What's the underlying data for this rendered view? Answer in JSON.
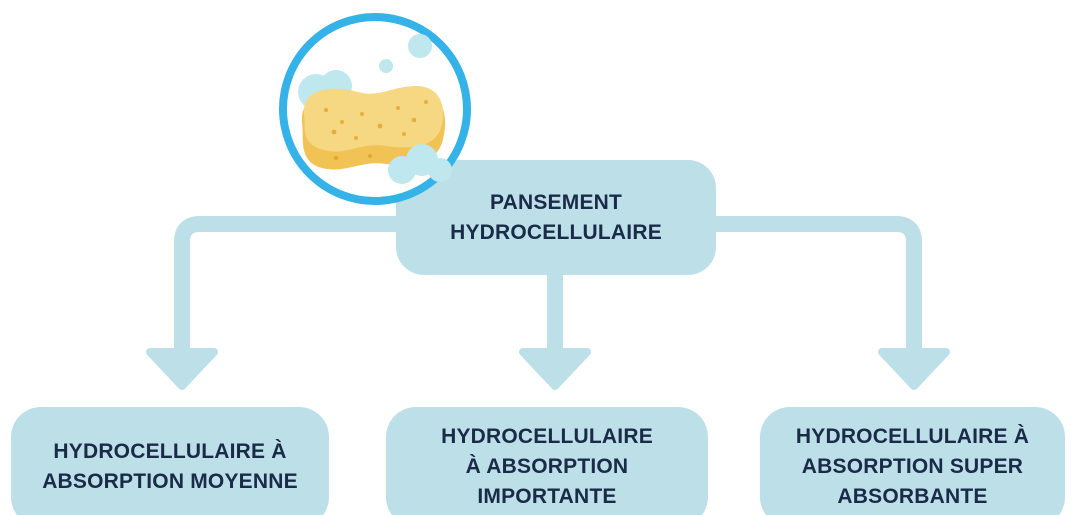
{
  "diagram": {
    "root": {
      "label": "PANSEMENT\nHYDROCELLULAIRE"
    },
    "children": [
      {
        "label": "HYDROCELLULAIRE À\nABSORPTION MOYENNE"
      },
      {
        "label": "HYDROCELLULAIRE\nÀ ABSORPTION\nIMPORTANTE"
      },
      {
        "label": "HYDROCELLULAIRE À\nABSORPTION SUPER\nABSORBANTE"
      }
    ],
    "illustration": {
      "icon": "sponge-icon"
    }
  },
  "colors": {
    "node_fill": "#bddfe8",
    "connector": "#bddfe8",
    "text": "#1a2b48",
    "badge_ring": "#35b2e8",
    "sponge_light": "#f7d882",
    "sponge_dark": "#f1c354",
    "bubble": "#bfe7ee"
  }
}
